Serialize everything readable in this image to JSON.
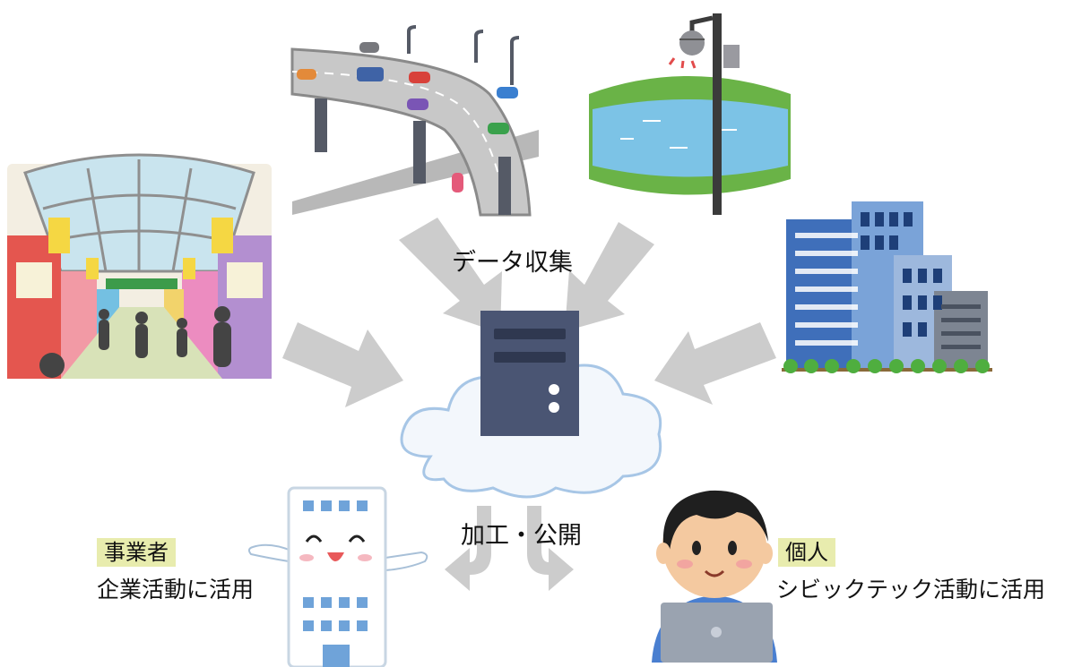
{
  "center": {
    "collect_label": "データ収集",
    "process_label": "加工・公開"
  },
  "left_user": {
    "tag": "事業者",
    "caption": "企業活動に活用"
  },
  "right_user": {
    "tag": "個人",
    "caption": "シビックテック活動に活用"
  },
  "colors": {
    "arrow": "#cccccc",
    "cloud_fill": "#f3f7fc",
    "cloud_stroke": "#a7c6e6",
    "server": "#4a5573",
    "tag_bg": "#e8ecae"
  },
  "icons": {
    "shopping_street": "shopping-arcade-illustration",
    "highway": "elevated-highway-illustration",
    "river_camera": "river-monitoring-camera-illustration",
    "buildings": "office-buildings-illustration",
    "server": "server-icon",
    "cloud": "cloud-icon",
    "business": "building-character-icon",
    "person": "person-with-laptop-icon"
  }
}
